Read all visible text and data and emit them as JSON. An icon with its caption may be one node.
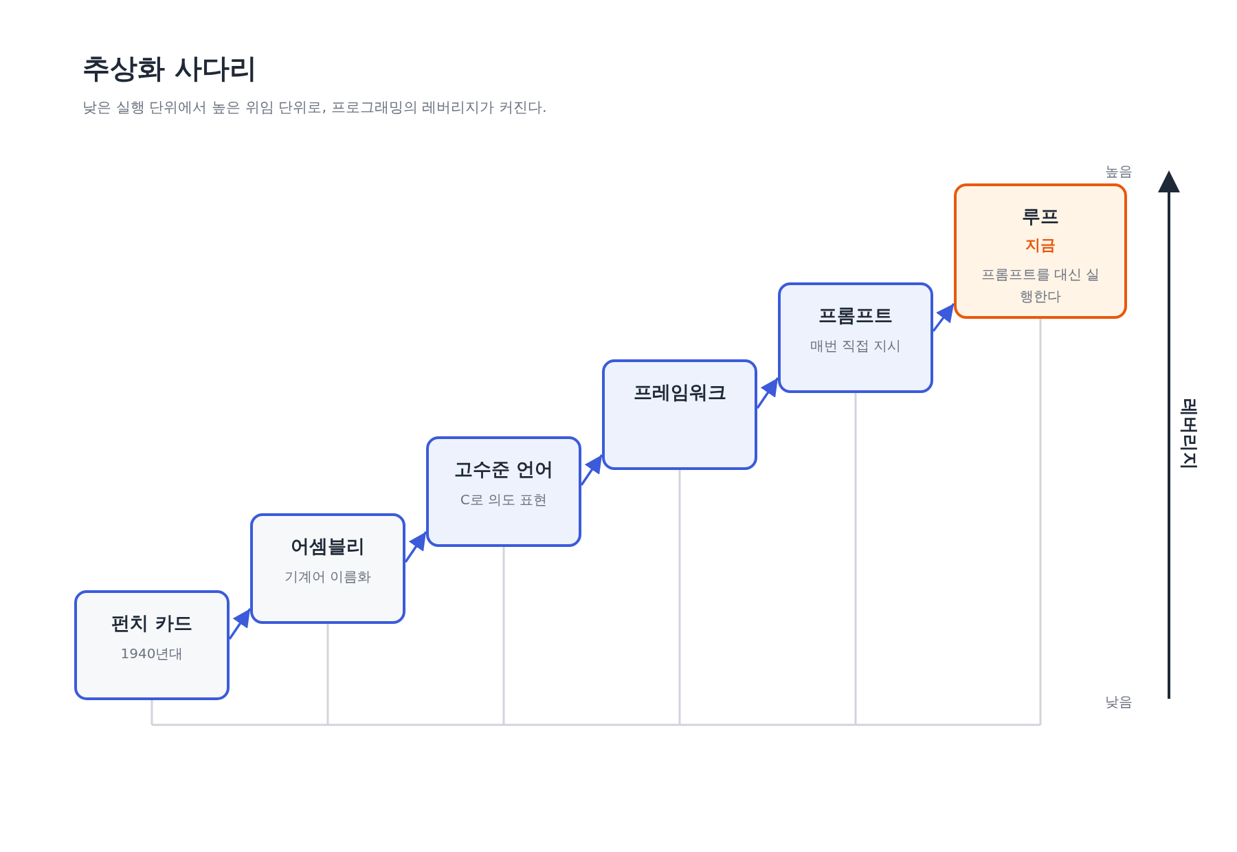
{
  "diagram": {
    "title": "추상화 사다리",
    "nodes": [
      {
        "text": [
          "펀치 카드",
          "1940년대"
        ]
      },
      {
        "text": [
          "어셈블리",
          "기계어 이름화"
        ]
      },
      {
        "text": [
          "고수준 언어",
          "C로 의도 표현"
        ]
      },
      {
        "text": [
          "프레임워크"
        ]
      },
      {
        "text": [
          "프롬프트",
          "매번 직접 지시"
        ]
      },
      {
        "text": [
          "루프",
          "지금",
          "프롬프트를 대신 실행한다"
        ]
      }
    ],
    "edges": [
      {
        "from": 0,
        "to": 1,
        "arrow": "to"
      },
      {
        "from": 1,
        "to": 2,
        "arrow": "to"
      },
      {
        "from": 2,
        "to": 3,
        "arrow": "to"
      },
      {
        "from": 3,
        "to": 4,
        "arrow": "to"
      },
      {
        "from": 4,
        "to": 5,
        "arrow": "to"
      }
    ],
    "labels": [
      "낮은 실행 단위에서 높은 위임 단위로, 프로그래밍의 레버리지가 커진다.",
      "높음",
      "레버리지",
      "낮음"
    ]
  }
}
